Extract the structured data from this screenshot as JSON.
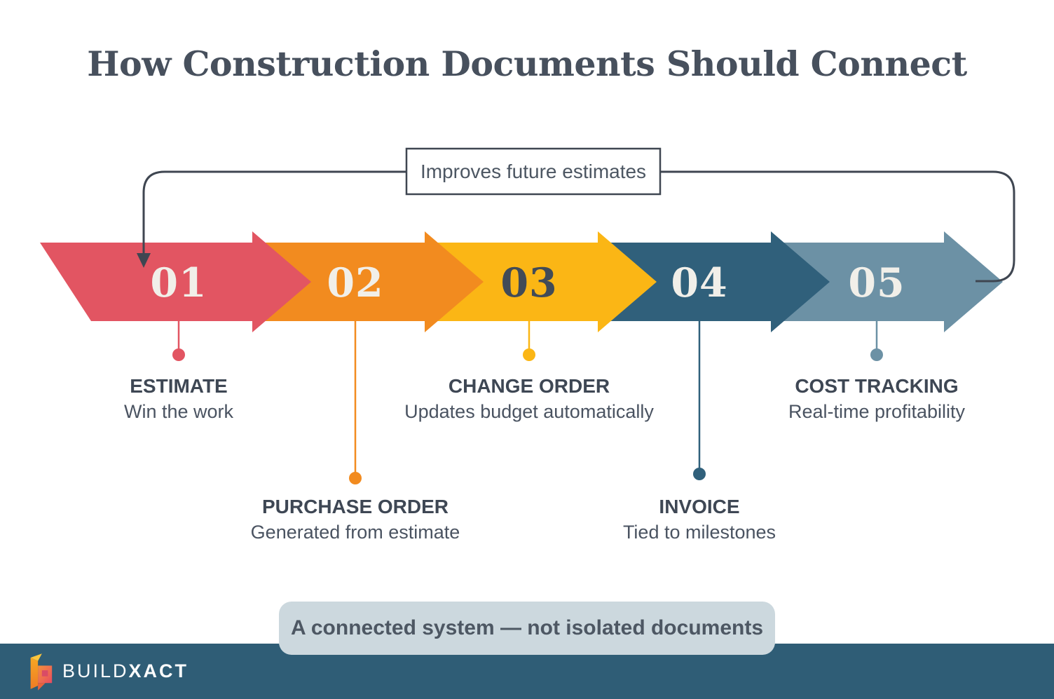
{
  "title": "How Construction Documents Should Connect",
  "loop": {
    "label": "Improves future estimates"
  },
  "steps": [
    {
      "number": "01",
      "number_color": "#f1efe9",
      "color": "#e25562",
      "title": "ESTIMATE",
      "subtitle": "Win the work"
    },
    {
      "number": "02",
      "number_color": "#f1efe9",
      "color": "#f28b1f",
      "title": "PURCHASE ORDER",
      "subtitle": "Generated from estimate"
    },
    {
      "number": "03",
      "number_color": "#414b57",
      "color": "#fbb615",
      "title": "CHANGE ORDER",
      "subtitle": "Updates budget automatically"
    },
    {
      "number": "04",
      "number_color": "#f1efe9",
      "color": "#30607b",
      "title": "INVOICE",
      "subtitle": "Tied to milestones"
    },
    {
      "number": "05",
      "number_color": "#f1efe9",
      "color": "#6c91a5",
      "title": "COST TRACKING",
      "subtitle": "Real-time profitability"
    }
  ],
  "banner": {
    "text": "A connected system — not isolated documents"
  },
  "footer": {
    "brand_prefix": "BUILD",
    "brand_suffix": "XACT",
    "logo": "buildxact-b-mark"
  },
  "colors": {
    "line": "#3f4651",
    "title_text": "#47505d",
    "footer_bg": "#2f5d76",
    "banner_bg": "#ccd8de",
    "label_text": "#3e4754"
  }
}
